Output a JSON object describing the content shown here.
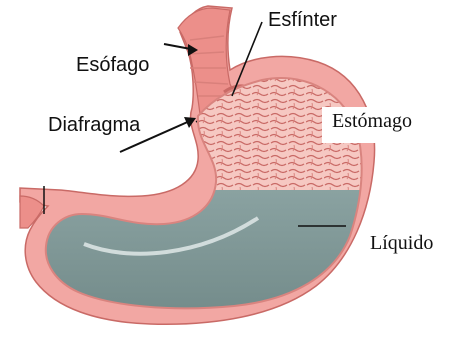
{
  "labels": {
    "esfinter": "Esfínter",
    "esofago": "Esófago",
    "diafragma": "Diafragma",
    "estomago": "Estómago",
    "liquido": "Líquido"
  },
  "colors": {
    "tissue_pink": "#f2a7a3",
    "tissue_light": "#f7cfc9",
    "mucosa_dark": "#c96a66",
    "fluid_gray": "#7f9796",
    "fluid_dark": "#5f7574",
    "line_black": "#111111"
  }
}
